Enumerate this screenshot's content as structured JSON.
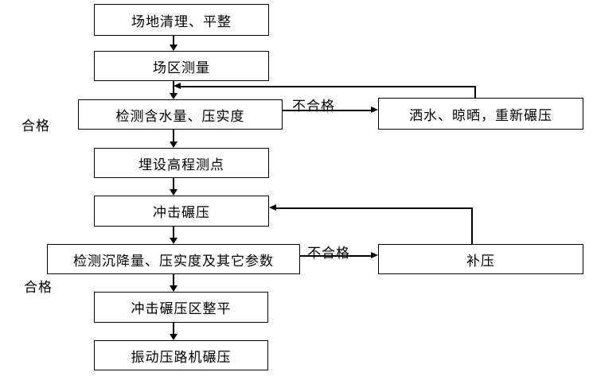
{
  "flowchart": {
    "nodes": [
      {
        "label": "场地清理、平整"
      },
      {
        "label": "场区测量"
      },
      {
        "label": "检测含水量、压实度"
      },
      {
        "label": "埋设高程测点"
      },
      {
        "label": "冲击碾压"
      },
      {
        "label": "检测沉降量、压实度及其它参数"
      },
      {
        "label": "冲击碾压区整平"
      },
      {
        "label": "振动压路机碾压"
      },
      {
        "label": "洒水、晾晒，重新碾压"
      },
      {
        "label": "补压"
      }
    ],
    "edge_labels": {
      "pass_top": "合格",
      "pass_bottom": "合格",
      "fail_top": "不合格",
      "fail_bottom": "不合格"
    },
    "colors": {
      "line": "#000000",
      "text": "#000000",
      "box_background": "#ffffff",
      "page_background": "#ffffff"
    }
  }
}
